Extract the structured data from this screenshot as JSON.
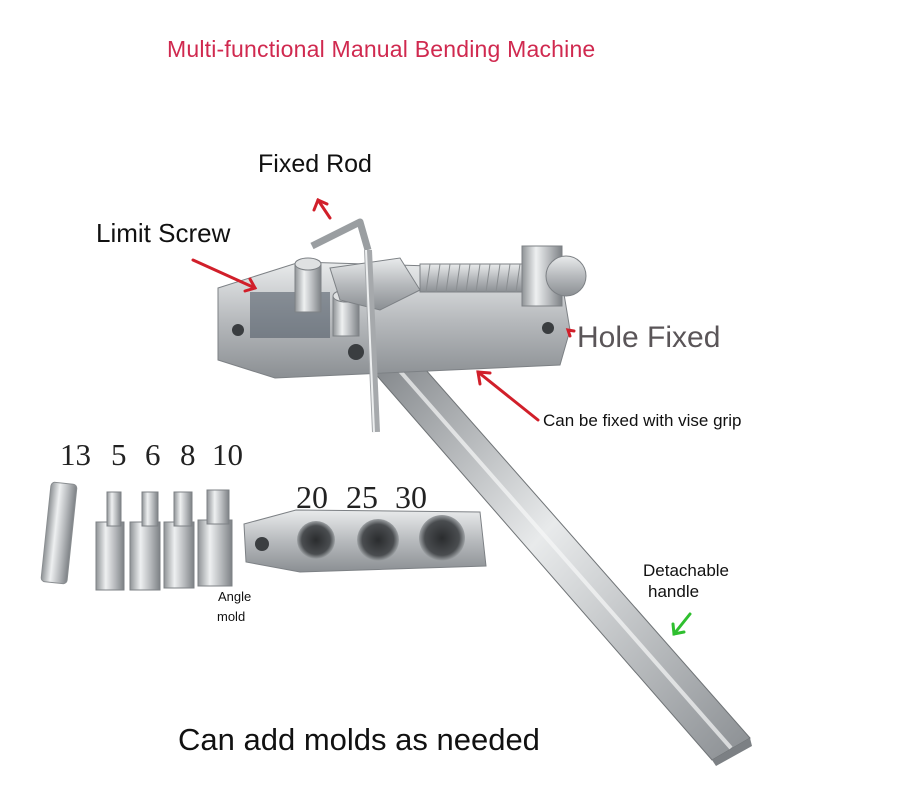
{
  "title": "Multi-functional Manual Bending Machine",
  "labels": {
    "fixed_rod": "Fixed Rod",
    "limit_screw": "Limit Screw",
    "hole_fixed": "Hole Fixed",
    "vise_grip": "Can be fixed with vise grip",
    "detachable_handle_line1": "Detachable",
    "detachable_handle_line2": "handle",
    "angle_mold_line1": "Angle",
    "angle_mold_line2": "mold"
  },
  "small_mold_sizes": [
    "13",
    "5",
    "6",
    "8",
    "10"
  ],
  "large_mold_sizes": [
    "20",
    "25",
    "30"
  ],
  "footer": "Can add molds as needed",
  "colors": {
    "title": "#d0294f",
    "arrow_red": "#d11f2a",
    "arrow_green": "#2fbf2f",
    "metal": "#b9bcbf"
  }
}
